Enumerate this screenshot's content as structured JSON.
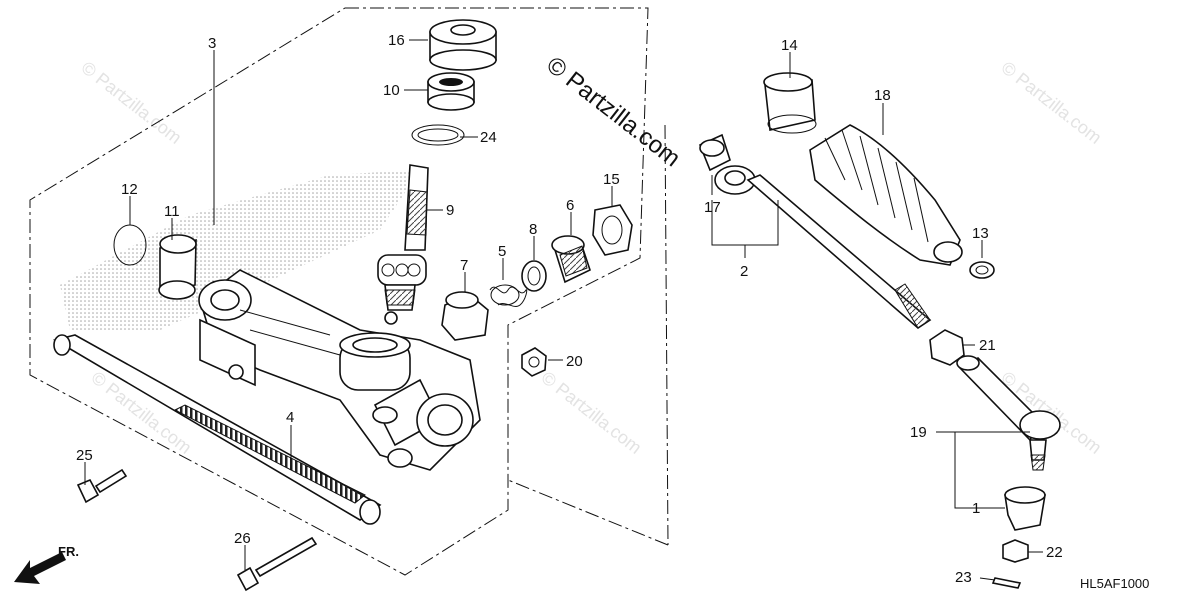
{
  "watermark": {
    "main": "© Partzilla.com",
    "faint": "© Partzilla.com"
  },
  "diagram_code": "HL5AF1000",
  "direction_label": "FR.",
  "callouts": {
    "c1": "1",
    "c2": "2",
    "c3": "3",
    "c4": "4",
    "c5": "5",
    "c6": "6",
    "c7": "7",
    "c8": "8",
    "c9": "9",
    "c10": "10",
    "c11": "11",
    "c12": "12",
    "c13": "13",
    "c14": "14",
    "c15": "15",
    "c16": "16",
    "c17": "17",
    "c18": "18",
    "c19": "19",
    "c20": "20",
    "c21": "21",
    "c22": "22",
    "c23": "23",
    "c24": "24",
    "c25": "25",
    "c26": "26"
  }
}
